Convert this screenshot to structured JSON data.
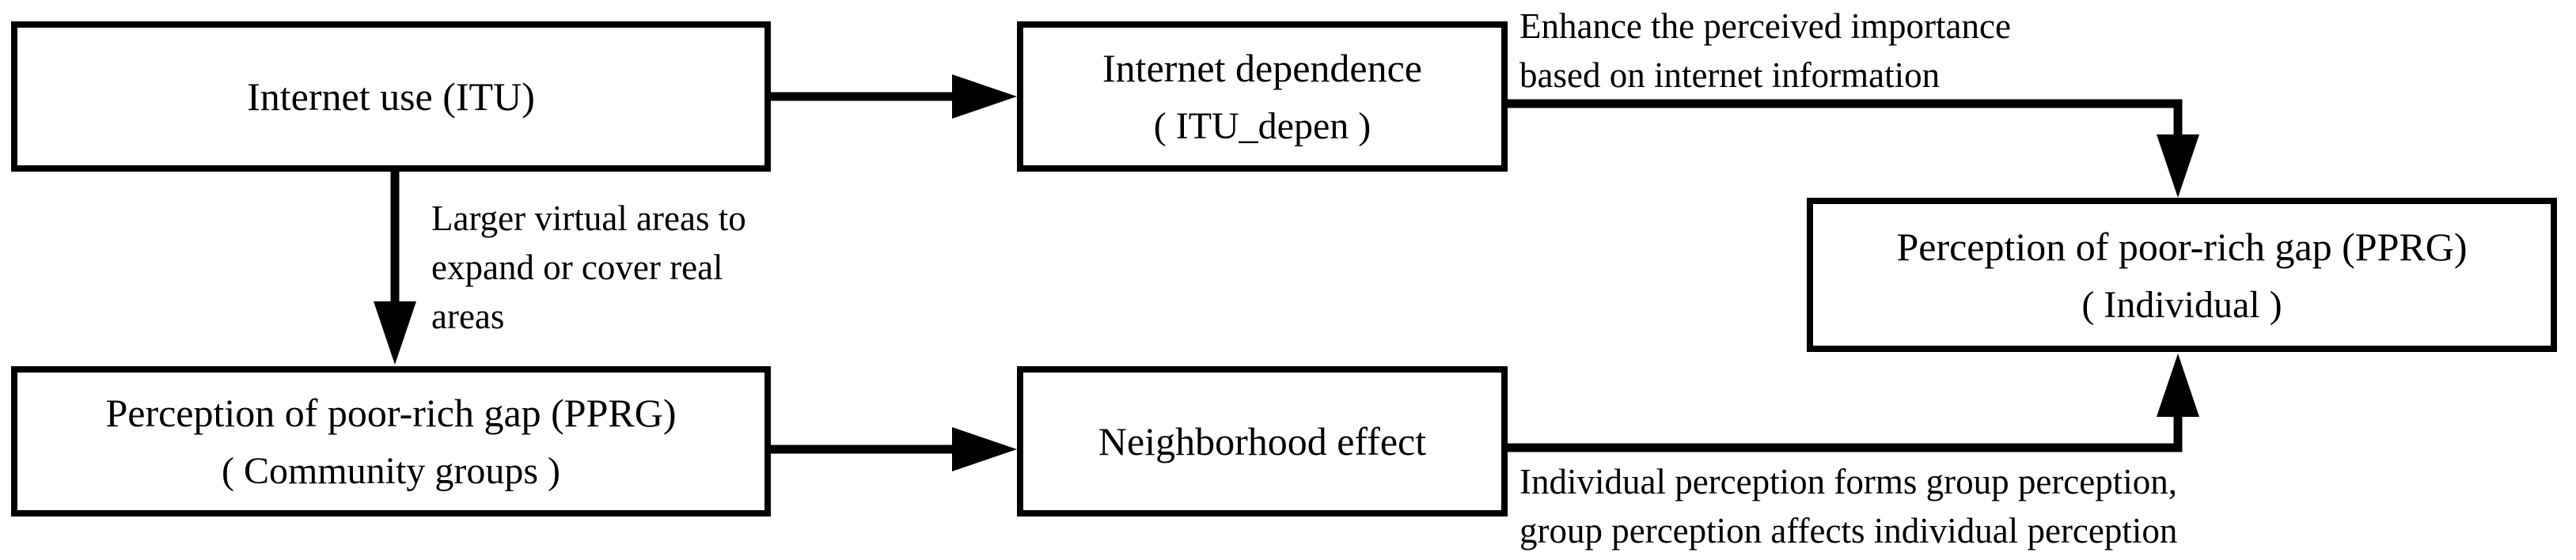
{
  "canvas": {
    "background": "#ffffff",
    "line_color": "#000000",
    "text_color": "#000000"
  },
  "boxes": {
    "internet_use": {
      "title": "Internet use (ITU)"
    },
    "internet_dependence": {
      "title": "Internet dependence",
      "subtitle": "( ITU_depen )"
    },
    "pprg_community": {
      "title": "Perception of poor-rich gap (PPRG)",
      "subtitle": "( Community groups )"
    },
    "neighborhood_effect": {
      "title": "Neighborhood effect"
    },
    "pprg_individual": {
      "title": "Perception of poor-rich gap (PPRG)",
      "subtitle": "( Individual )"
    }
  },
  "edge_labels": {
    "enhance_importance": {
      "line1": "Enhance the perceived importance",
      "line2": "based on internet information"
    },
    "larger_virtual_areas": {
      "line1": "Larger virtual areas to",
      "line2": "expand or cover real",
      "line3": "areas"
    },
    "perception_loop": {
      "line1": "Individual perception forms group perception,",
      "line2": "group perception affects individual perception"
    }
  }
}
